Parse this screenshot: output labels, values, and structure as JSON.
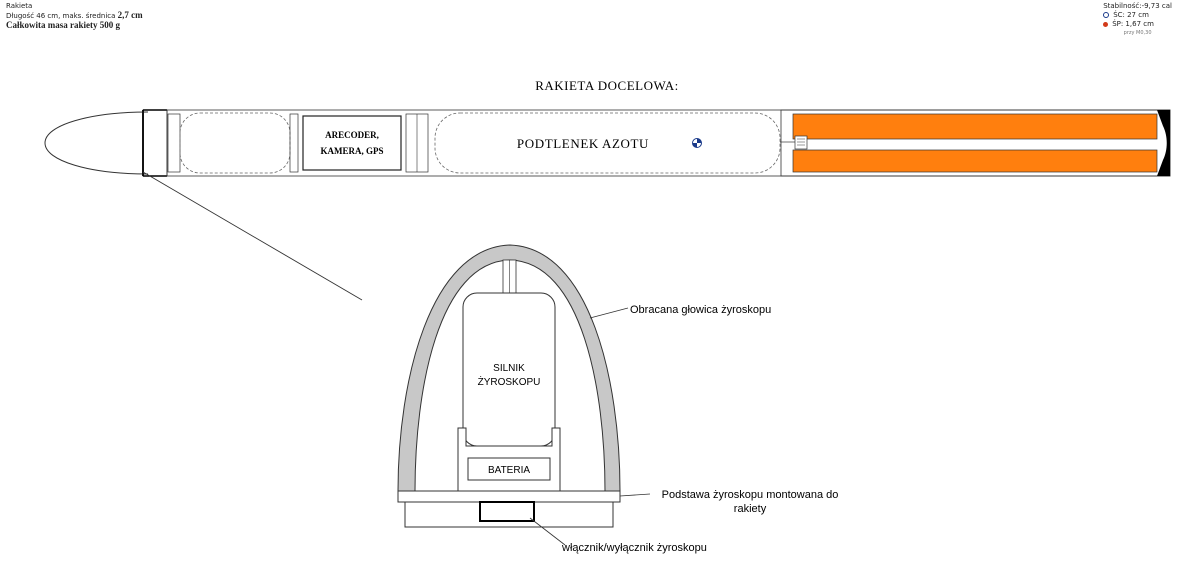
{
  "header_left": {
    "name": "Rakieta",
    "dims_prefix": "Długość 46 cm, maks. średnica",
    "dims_value": "2,7 cm",
    "mass": "Całkowita masa rakiety 500 g"
  },
  "header_right": {
    "stability": "Stabilność:-9,73 cal",
    "sc": "ŚC:   27 cm",
    "sp": "ŚP: 1,67 cm",
    "mach": "przy M0,30"
  },
  "diagram": {
    "title": "RAKIETA DOCELOWA:",
    "bay_label_1": "ARECODER,",
    "bay_label_2": "KAMERA, GPS",
    "tank_label": "PODTLENEK AZOTU",
    "motor_label_1": "SILNIK",
    "motor_label_2": "ŻYROSKOPU",
    "battery_label": "BATERIA",
    "callout_head": "Obracana głowica żyroskopu",
    "callout_base_1": "Podstawa żyroskopu montowana do",
    "callout_base_2": "rakiety",
    "callout_switch": "włącznik/wyłącznik żyroskopu"
  },
  "colors": {
    "motor_fill": "#ff7f0e",
    "shell_fill": "#c8c8c8",
    "line": "#333333"
  }
}
